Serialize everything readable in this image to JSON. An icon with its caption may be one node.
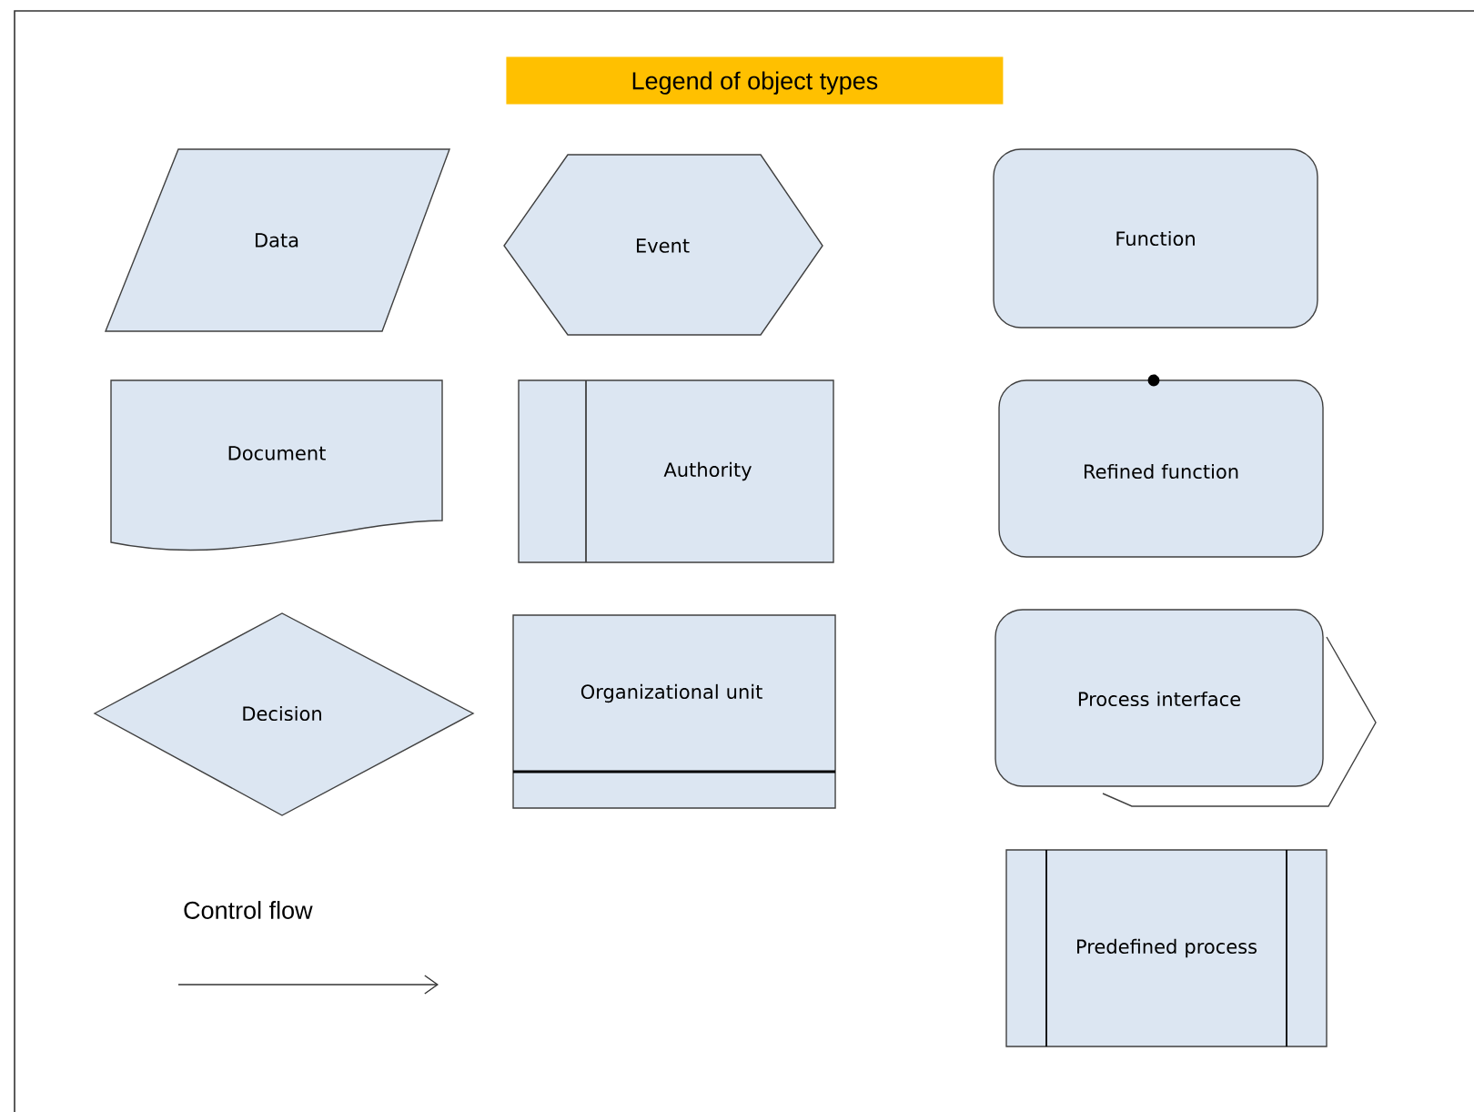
{
  "diagram": {
    "title": "Legend of object types",
    "nodes": [
      {
        "text": [
          "Data"
        ]
      },
      {
        "text": [
          "Event"
        ]
      },
      {
        "text": [
          "Function"
        ]
      },
      {
        "text": [
          "Document"
        ]
      },
      {
        "text": [
          "Authority"
        ]
      },
      {
        "text": [
          "Refined function"
        ]
      },
      {
        "text": [
          "Decision"
        ]
      },
      {
        "text": [
          "Organizational unit"
        ]
      },
      {
        "text": [
          "Process interface"
        ]
      },
      {
        "text": [
          "Predefined process"
        ]
      }
    ],
    "legend": [
      {
        "text": "Control flow"
      }
    ]
  }
}
